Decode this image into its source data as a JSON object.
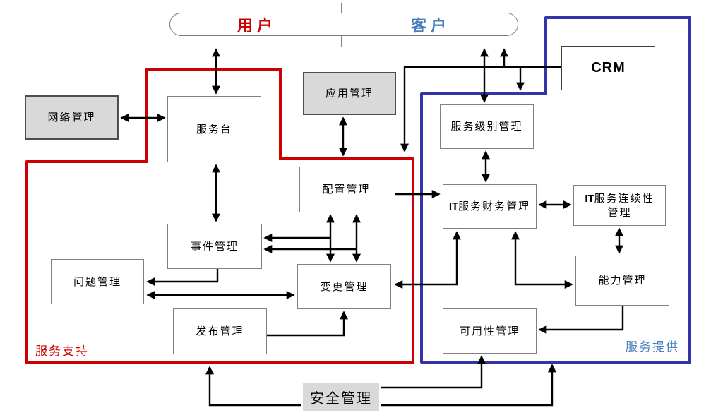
{
  "diagram": {
    "top_pill": {
      "user": "用户",
      "customer": "客户"
    },
    "regions": {
      "support": {
        "label": "服务支持",
        "color": "#CC0000"
      },
      "delivery": {
        "label": "服务提供",
        "color": "#3333AA"
      }
    },
    "nodes": {
      "crm": {
        "label": "CRM"
      },
      "network_mgmt": {
        "label": "网络管理"
      },
      "service_desk": {
        "label": "服务台"
      },
      "app_mgmt": {
        "label": "应用管理"
      },
      "service_level_mgmt": {
        "label": "服务级别管理"
      },
      "config_mgmt": {
        "label": "配置管理"
      },
      "it_financial_mgmt": {
        "prefix": "IT",
        "label": "服务财务管理"
      },
      "it_continuity_mgmt": {
        "prefix": "IT",
        "label": "服务连续性",
        "label2": "管理"
      },
      "incident_mgmt": {
        "label": "事件管理"
      },
      "problem_mgmt": {
        "label": "问题管理"
      },
      "change_mgmt": {
        "label": "变更管理"
      },
      "capacity_mgmt": {
        "label": "能力管理"
      },
      "release_mgmt": {
        "label": "发布管理"
      },
      "availability_mgmt": {
        "label": "可用性管理"
      },
      "security_mgmt": {
        "label": "安全管理"
      }
    },
    "colors": {
      "box_gray_fill": "#D9D9D9",
      "customer_text": "#4A7EBB",
      "connector": "#000000"
    }
  }
}
